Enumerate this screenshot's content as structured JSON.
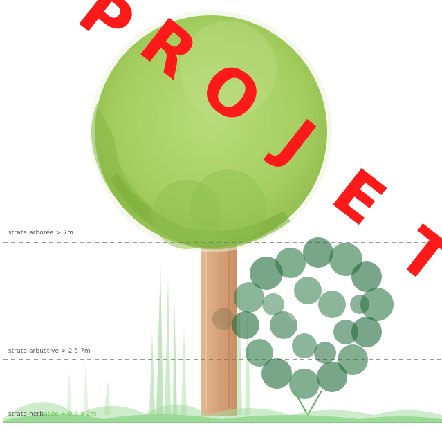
{
  "watermark": {
    "text": "PROJET",
    "color": "#ff1a1a"
  },
  "strata": [
    {
      "id": "arboree",
      "text": "strate arborée > 7m"
    },
    {
      "id": "arbustive",
      "text": "strate arbustive > 2 à 7m"
    },
    {
      "id": "herbacee",
      "text_prefix": "strate herb",
      "text_highlight": "acée > 0,3 à 2m",
      "highlight_color": "#6cc24a"
    }
  ],
  "colors": {
    "canopy": "#a6cf62",
    "canopy_dark": "#7cad3c",
    "trunk": "#d6a27a",
    "shrub": "#1f6a3a",
    "grass": "#7ccf74",
    "dashed_line": "#777777"
  }
}
